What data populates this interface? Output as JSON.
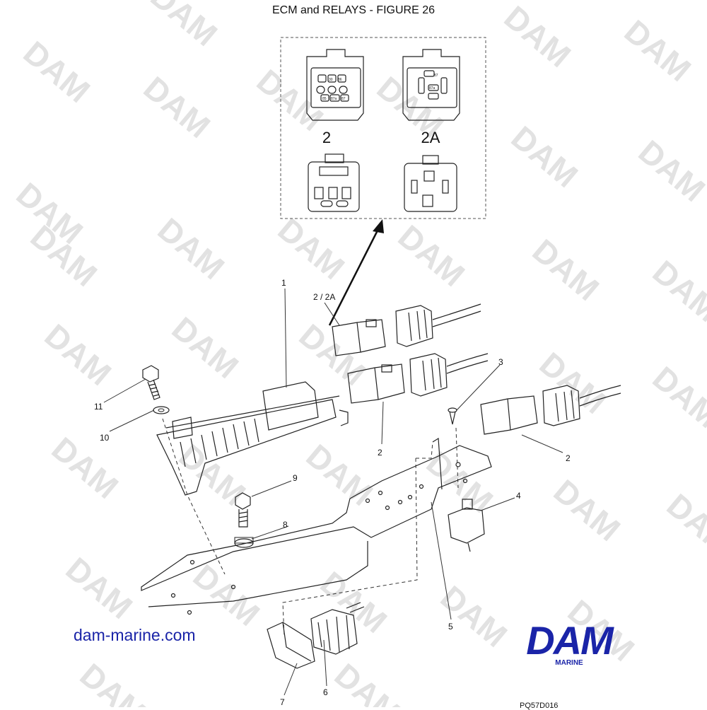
{
  "title": "ECM and RELAYS - FIGURE 26",
  "website": "dam-marine.com",
  "logo": {
    "main": "DAM",
    "sub": "MARINE",
    "color": "#1a24a8"
  },
  "watermark": {
    "text": "DAM",
    "color": "#e2e2e2"
  },
  "inset": {
    "labels": [
      "2",
      "2A"
    ],
    "pin_labels_2": [
      "30",
      "86",
      "85",
      "87a",
      "87"
    ],
    "pin_labels_2a": [
      "87",
      "87a"
    ]
  },
  "callouts": {
    "c1": "1",
    "c2_2a": "2 / 2A",
    "c2a": "2",
    "c2b": "2",
    "c3": "3",
    "c4": "4",
    "c5": "5",
    "c6": "6",
    "c7": "7",
    "c8": "8",
    "c9": "9",
    "c10": "10",
    "c11": "11"
  },
  "drawing_code": "PQ57D016"
}
